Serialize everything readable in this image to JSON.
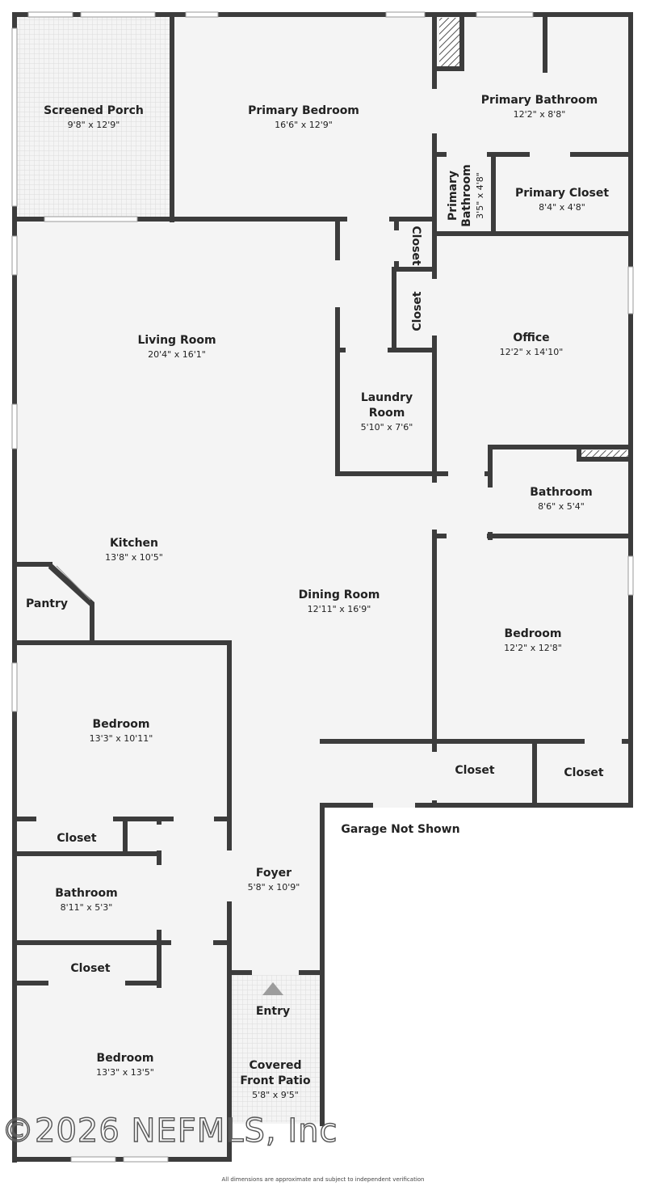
{
  "rooms": {
    "screened_porch": {
      "name": "Screened Porch",
      "dim": "9'8\" x 12'9\""
    },
    "primary_bedroom": {
      "name": "Primary Bedroom",
      "dim": "16'6\" x 12'9\""
    },
    "primary_bathroom": {
      "name": "Primary Bathroom",
      "dim": "12'2\" x 8'8\""
    },
    "primary_bathroom_small": {
      "name1": "Primary",
      "name2": "Bathroom",
      "dim": "3'5\" x 4'8\""
    },
    "primary_closet": {
      "name": "Primary Closet",
      "dim": "8'4\" x 4'8\""
    },
    "closet_top": {
      "name": "Closet"
    },
    "closet_mid": {
      "name": "Closet"
    },
    "living_room": {
      "name": "Living Room",
      "dim": "20'4\" x 16'1\""
    },
    "office": {
      "name": "Office",
      "dim": "12'2\" x 14'10\""
    },
    "laundry_room": {
      "name1": "Laundry",
      "name2": "Room",
      "dim": "5'10\" x 7'6\""
    },
    "bathroom_right": {
      "name": "Bathroom",
      "dim": "8'6\" x 5'4\""
    },
    "kitchen": {
      "name": "Kitchen",
      "dim": "13'8\" x 10'5\""
    },
    "pantry": {
      "name": "Pantry"
    },
    "dining_room": {
      "name": "Dining Room",
      "dim": "12'11\" x 16'9\""
    },
    "bedroom_right": {
      "name": "Bedroom",
      "dim": "12'2\" x 12'8\""
    },
    "bedroom_left_mid": {
      "name": "Bedroom",
      "dim": "13'3\" x 10'11\""
    },
    "closet_right_a": {
      "name": "Closet"
    },
    "closet_right_b": {
      "name": "Closet"
    },
    "closet_left_a": {
      "name": "Closet"
    },
    "bathroom_left": {
      "name": "Bathroom",
      "dim": "8'11\" x 5'3\""
    },
    "foyer": {
      "name": "Foyer",
      "dim": "5'8\" x 10'9\""
    },
    "closet_left_b": {
      "name": "Closet"
    },
    "entry": {
      "name": "Entry"
    },
    "covered_front_patio": {
      "name1": "Covered",
      "name2": "Front Patio",
      "dim": "5'8\" x 9'5\""
    },
    "bedroom_bottom": {
      "name": "Bedroom",
      "dim": "13'3\" x 13'5\""
    }
  },
  "garage_note": "Garage Not Shown",
  "watermark": "©2026 NEFMLS, Inc",
  "footnote": "All dimensions are approximate and subject to independent verification",
  "colors": {
    "wall": "#3c3c3c",
    "floor": "#f4f4f4",
    "tile_line": "#dcdcdc"
  }
}
